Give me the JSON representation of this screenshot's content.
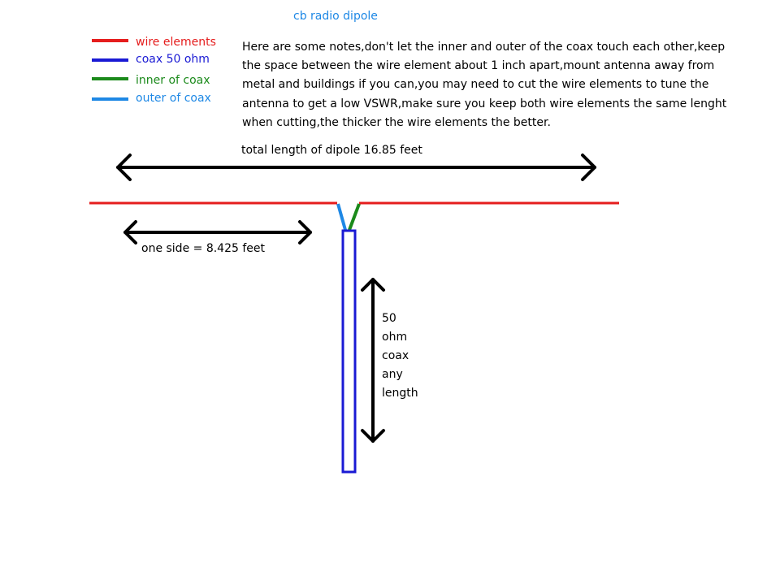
{
  "title": "cb radio dipole",
  "legend": [
    {
      "label": "wire elements",
      "color": "#e51d1d"
    },
    {
      "label": "coax 50 ohm",
      "color": "#1a1ad4"
    },
    {
      "label": "inner of coax",
      "color": "#1b8a1b"
    },
    {
      "label": "outer of coax",
      "color": "#1e88e5"
    }
  ],
  "notes": [
    "Here are some notes,don't let the inner and outer of the coax touch each other,keep",
    "the space between the wire element about 1 inch apart,mount antenna away from",
    "metal and buildings if you can,you may need to cut the wire elements to tune the",
    "antenna to get a low VSWR,make sure you keep both wire elements the same lenght",
    "when cutting,the thicker the wire elements the better."
  ],
  "total_length_label": "total length of dipole 16.85 feet",
  "one_side_label": "one side = 8.425 feet",
  "coax_label": [
    "50",
    "ohm",
    "coax",
    "any",
    "length"
  ]
}
